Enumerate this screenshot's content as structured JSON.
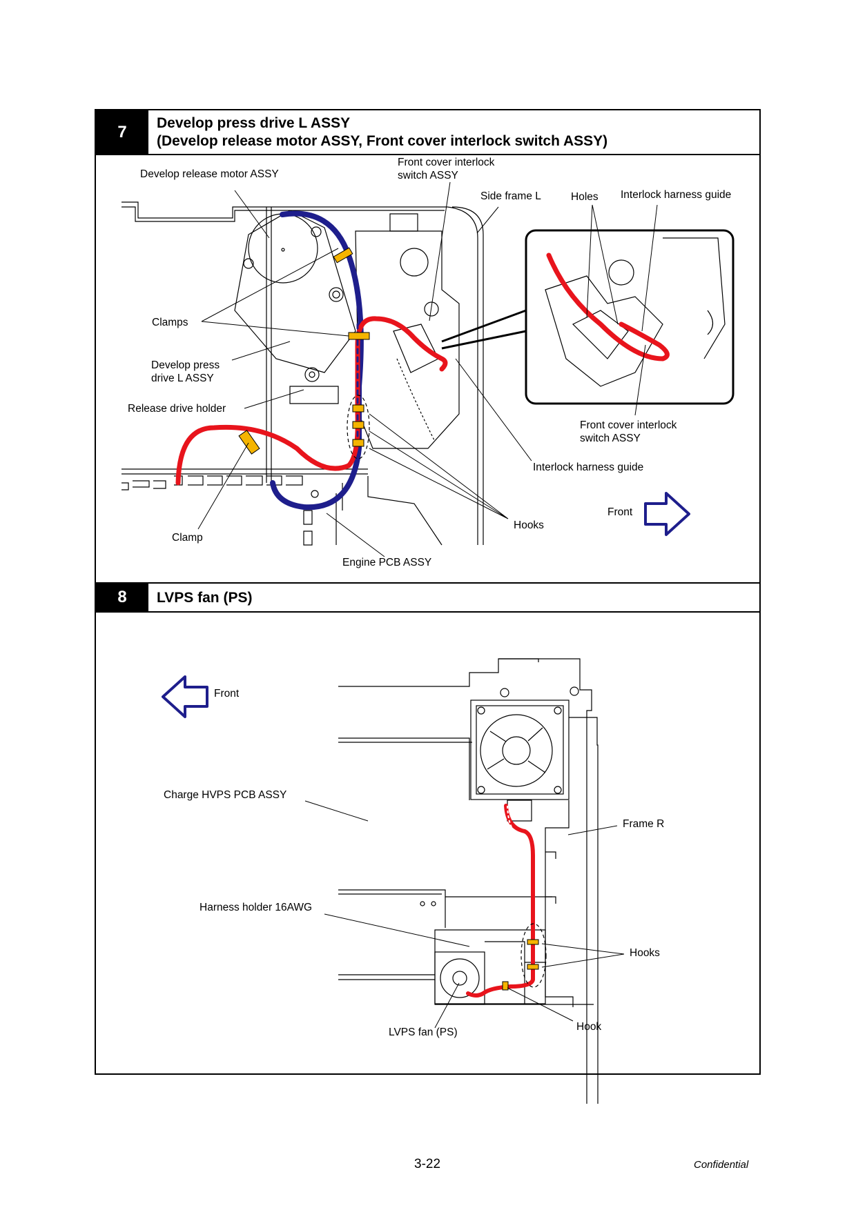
{
  "sections": [
    {
      "number": "7",
      "title_line1": "Develop press drive L ASSY",
      "title_line2": "(Develop release motor ASSY, Front cover interlock switch ASSY)",
      "labels": {
        "develop_release_motor": "Develop release motor ASSY",
        "front_cover_interlock_top_1": "Front cover interlock",
        "front_cover_interlock_top_2": "switch ASSY",
        "side_frame_l": "Side frame L",
        "holes": "Holes",
        "interlock_harness_guide_top": "Interlock harness guide",
        "clamps": "Clamps",
        "develop_press_1": "Develop press",
        "develop_press_2": "drive L ASSY",
        "release_drive_holder": "Release drive holder",
        "front_cover_interlock_bottom_1": "Front cover interlock",
        "front_cover_interlock_bottom_2": "switch ASSY",
        "interlock_harness_guide_bottom": "Interlock harness guide",
        "front": "Front",
        "hooks": "Hooks",
        "clamp": "Clamp",
        "engine_pcb": "Engine PCB ASSY"
      }
    },
    {
      "number": "8",
      "title": "LVPS fan (PS)",
      "labels": {
        "front": "Front",
        "charge_hvps": "Charge HVPS PCB ASSY",
        "frame_r": "Frame R",
        "harness_holder": "Harness holder 16AWG",
        "hooks": "Hooks",
        "hook": "Hook",
        "lvps_fan": "LVPS fan (PS)"
      }
    }
  ],
  "footer": {
    "page": "3-22",
    "confidential": "Confidential"
  },
  "colors": {
    "harness_red": "#e8141c",
    "harness_blue": "#1e1e8c",
    "clamp_yellow": "#f5b400",
    "arrow_blue": "#1e1e8c"
  }
}
